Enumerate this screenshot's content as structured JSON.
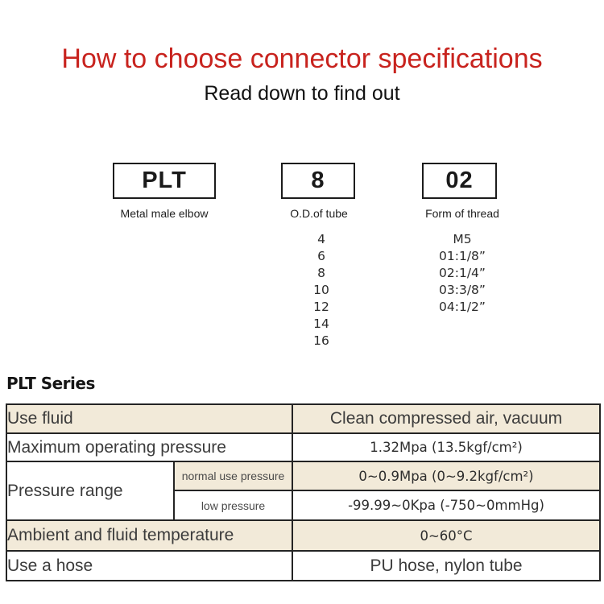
{
  "page": {
    "title": "How to choose connector specifications",
    "subtitle": "Read down to find out"
  },
  "selector": {
    "segments": [
      {
        "code": "PLT",
        "label": "Metal male elbow"
      },
      {
        "code": "8",
        "label": "O.D.of tube"
      },
      {
        "code": "02",
        "label": "Form of thread"
      }
    ],
    "tube_sizes": [
      "4",
      "6",
      "8",
      "10",
      "12",
      "14",
      "16"
    ],
    "thread_options": [
      "M5",
      "01:1/8”",
      "02:1/4”",
      "03:3/8”",
      "04:1/2”"
    ]
  },
  "series": {
    "heading": "PLT Series"
  },
  "spec_table": {
    "rows": [
      {
        "label": "Use fluid",
        "value": "Clean compressed air, vacuum"
      },
      {
        "label": "Maximum operating pressure",
        "value": "1.32Mpa (13.5kgf/cm²)"
      },
      {
        "label": "Pressure range",
        "sub_rows": [
          {
            "label": "normal use pressure",
            "value": "0~0.9Mpa (0~9.2kgf/cm²)"
          },
          {
            "label": "low pressure",
            "value": "-99.99~0Kpa (-750~0mmHg)"
          }
        ]
      },
      {
        "label": "Ambient and fluid temperature",
        "value": "0~60°C"
      },
      {
        "label": "Use a hose",
        "value": "PU hose, nylon tube"
      }
    ]
  },
  "colors": {
    "title_red": "#c8231e",
    "row_beige": "#f2ead9",
    "table_border": "#242424",
    "text_dark": "#3c3c3c"
  }
}
